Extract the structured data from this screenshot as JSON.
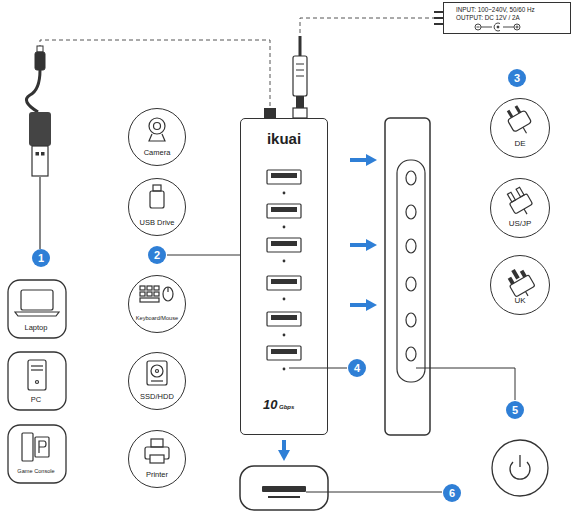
{
  "diagram": {
    "nodes": [
      {
        "text": [
          "INPUT: 100~240V, 50/60 Hz",
          "OUTPUT: DC 12V / 2A"
        ]
      },
      {
        "text": [
          "ikuai",
          "10",
          "Gbps"
        ]
      },
      {
        "text": [
          "Camera"
        ]
      },
      {
        "text": [
          "USB Drive"
        ]
      },
      {
        "text": [
          "Keyboard/Mouse"
        ]
      },
      {
        "text": [
          "SSD/HDD"
        ]
      },
      {
        "text": [
          "Printer"
        ]
      },
      {
        "text": [
          "Laptop"
        ]
      },
      {
        "text": [
          "PC"
        ]
      },
      {
        "text": [
          "Game Console"
        ]
      },
      {
        "text": [
          "DE"
        ]
      },
      {
        "text": [
          "US/JP"
        ]
      },
      {
        "text": [
          "UK"
        ]
      }
    ],
    "edges": [
      {
        "from": 0,
        "to": 1,
        "arrow": "none"
      }
    ],
    "labels": [
      "1",
      "2",
      "3",
      "4",
      "5",
      "6"
    ]
  }
}
